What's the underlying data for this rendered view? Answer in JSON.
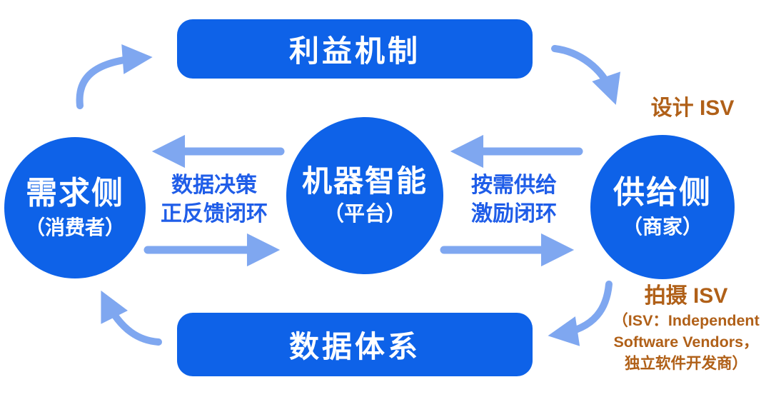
{
  "colors": {
    "primary_blue": "#0E62E8",
    "arrow_blue": "#7FA7F0",
    "label_blue": "#1F5DE8",
    "accent_orange": "#B06018",
    "text_white": "#FFFFFF",
    "background": "#FFFFFF"
  },
  "boxes": {
    "top": {
      "label": "利益机制"
    },
    "bottom": {
      "label": "数据体系"
    }
  },
  "circles": {
    "demand": {
      "title": "需求侧",
      "subtitle": "（消费者）"
    },
    "platform": {
      "title": "机器智能",
      "subtitle": "（平台）"
    },
    "supply": {
      "title": "供给侧",
      "subtitle": "（商家）"
    }
  },
  "edge_labels": {
    "left": {
      "line1": "数据决策",
      "line2": "正反馈闭环"
    },
    "right": {
      "line1": "按需供给",
      "line2": "激励闭环"
    }
  },
  "annotations": {
    "design_isv": "设计 ISV",
    "shoot_isv": "拍摄 ISV",
    "isv_note_line1": "（ISV：Independent",
    "isv_note_line2": "Software Vendors，",
    "isv_note_line3": "独立软件开发商）"
  }
}
